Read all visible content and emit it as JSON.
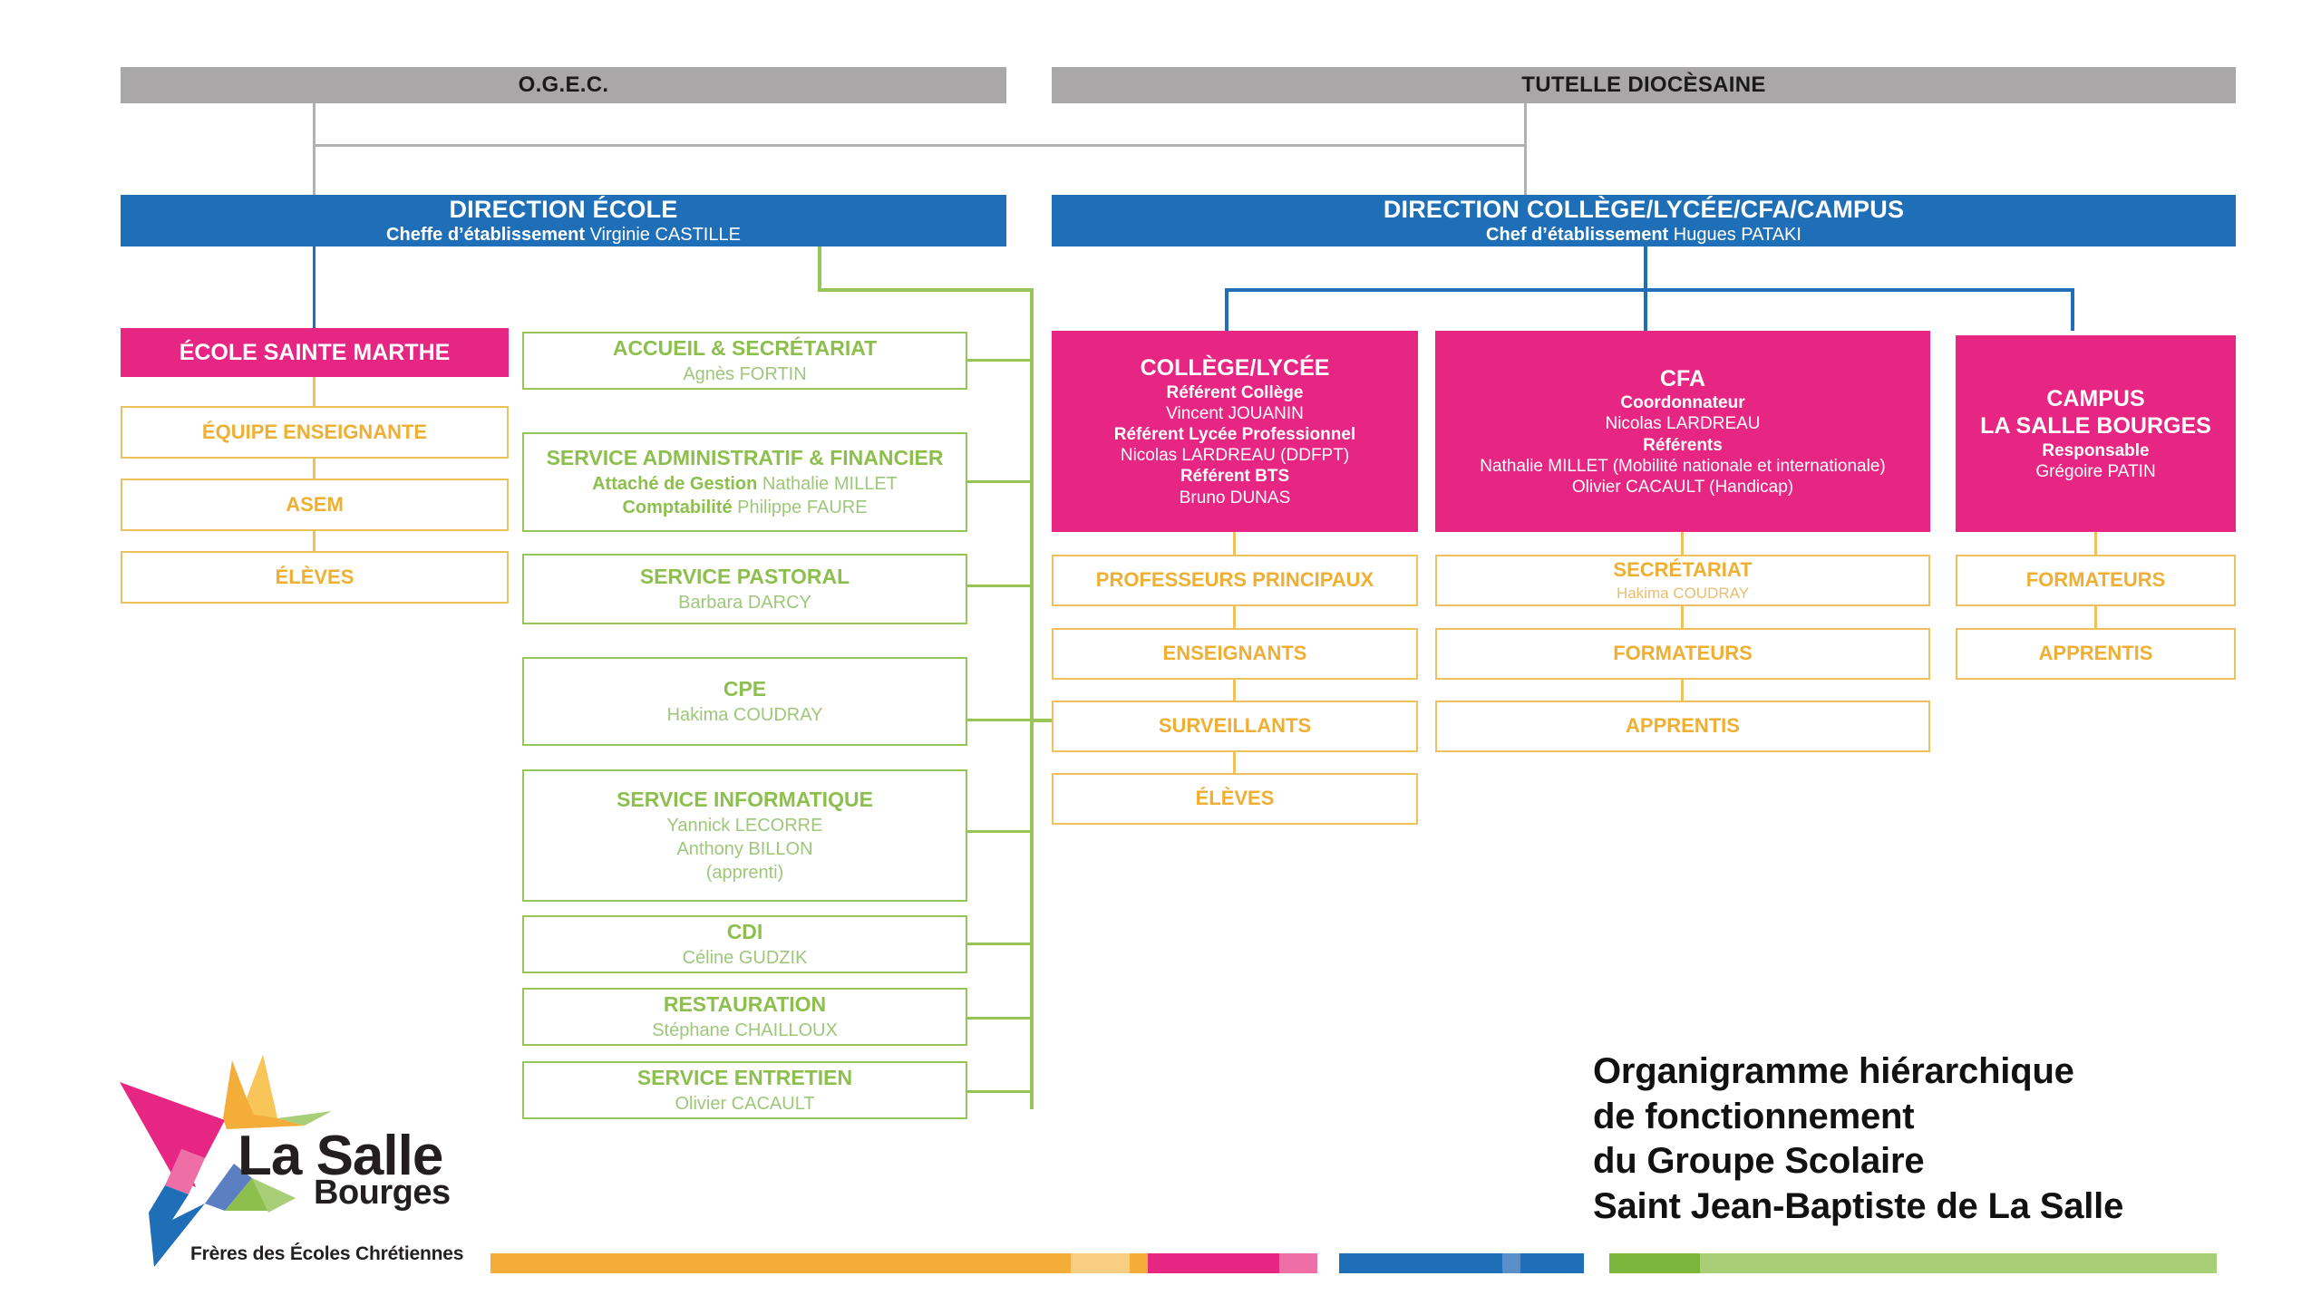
{
  "governance": {
    "ogec": "O.G.E.C.",
    "tutelle": "TUTELLE DIOCÈSAINE"
  },
  "directions": {
    "ecole": {
      "title": "DIRECTION ÉCOLE",
      "role": "Cheffe d’établissement",
      "person": "Virginie CASTILLE"
    },
    "secondaire": {
      "title": "DIRECTION COLLÈGE/LYCÉE/CFA/CAMPUS",
      "role": "Chef d’établissement",
      "person": "Hugues PATAKI"
    }
  },
  "school_column": {
    "head": "ÉCOLE SAINTE MARTHE",
    "items": [
      {
        "label": "ÉQUIPE ENSEIGNANTE"
      },
      {
        "label": "ASEM"
      },
      {
        "label": "ÉLÈVES"
      }
    ]
  },
  "services": [
    {
      "title": "ACCUEIL & SECRÉTARIAT",
      "lines": [
        {
          "role": "",
          "person": "Agnès FORTIN"
        }
      ]
    },
    {
      "title": "SERVICE ADMINISTRATIF & FINANCIER",
      "lines": [
        {
          "role": "Attaché de Gestion",
          "person": "Nathalie MILLET"
        },
        {
          "role": "Comptabilité",
          "person": "Philippe FAURE"
        }
      ]
    },
    {
      "title": "SERVICE PASTORAL",
      "lines": [
        {
          "role": "",
          "person": "Barbara DARCY"
        }
      ]
    },
    {
      "title": "CPE",
      "lines": [
        {
          "role": "",
          "person": "Hakima COUDRAY"
        }
      ]
    },
    {
      "title": "SERVICE INFORMATIQUE",
      "lines": [
        {
          "role": "",
          "person": "Yannick LECORRE"
        },
        {
          "role": "",
          "person": "Anthony BILLON"
        },
        {
          "role": "",
          "person": "(apprenti)"
        }
      ]
    },
    {
      "title": "CDI",
      "lines": [
        {
          "role": "",
          "person": "Céline GUDZIK"
        }
      ]
    },
    {
      "title": "RESTAURATION",
      "lines": [
        {
          "role": "",
          "person": "Stéphane CHAILLOUX"
        }
      ]
    },
    {
      "title": "SERVICE ENTRETIEN",
      "lines": [
        {
          "role": "",
          "person": "Olivier CACAULT"
        }
      ]
    }
  ],
  "branches": [
    {
      "head": "COLLÈGE/LYCÉE",
      "head_lines": [
        {
          "role": "Référent Collège",
          "person": "Vincent JOUANIN"
        },
        {
          "role": "Référent Lycée Professionnel",
          "person": "Nicolas LARDREAU (DDFPT)"
        },
        {
          "role": "Référent BTS",
          "person": "Bruno DUNAS"
        }
      ],
      "children": [
        {
          "label": "PROFESSEURS PRINCIPAUX",
          "person": ""
        },
        {
          "label": "ENSEIGNANTS",
          "person": ""
        },
        {
          "label": "SURVEILLANTS",
          "person": ""
        },
        {
          "label": "ÉLÈVES",
          "person": ""
        }
      ]
    },
    {
      "head": "CFA",
      "head_lines": [
        {
          "role": "Coordonnateur",
          "person": "Nicolas LARDREAU"
        },
        {
          "role": "Référents",
          "person": "Nathalie MILLET (Mobilité nationale et internationale)"
        },
        {
          "role": "",
          "person": "Olivier CACAULT (Handicap)"
        }
      ],
      "children": [
        {
          "label": "SECRÉTARIAT",
          "person": "Hakima COUDRAY"
        },
        {
          "label": "FORMATEURS",
          "person": ""
        },
        {
          "label": "APPRENTIS",
          "person": ""
        }
      ]
    },
    {
      "head": "CAMPUS\nLA SALLE BOURGES",
      "head_line1": "CAMPUS",
      "head_line2": "LA SALLE BOURGES",
      "head_lines": [
        {
          "role": "Responsable",
          "person": "Grégoire PATIN"
        }
      ],
      "children": [
        {
          "label": "FORMATEURS",
          "person": ""
        },
        {
          "label": "APPRENTIS",
          "person": ""
        }
      ]
    }
  ],
  "logo": {
    "name_main": "La Salle",
    "name_sub": "Bourges",
    "tagline": "Frères des Écoles Chrétiennes"
  },
  "title": {
    "line1": "Organigramme hiérarchique",
    "line2": "de fonctionnement",
    "line3": "du Groupe Scolaire",
    "line4": "Saint Jean-Baptiste de La Salle"
  },
  "colors": {
    "grey": "#aaa7a8",
    "blue": "#1e6fb8",
    "pink": "#e72582",
    "green": "#97c558",
    "yellow": "#edc15c",
    "orange": "#f5ad3a"
  }
}
